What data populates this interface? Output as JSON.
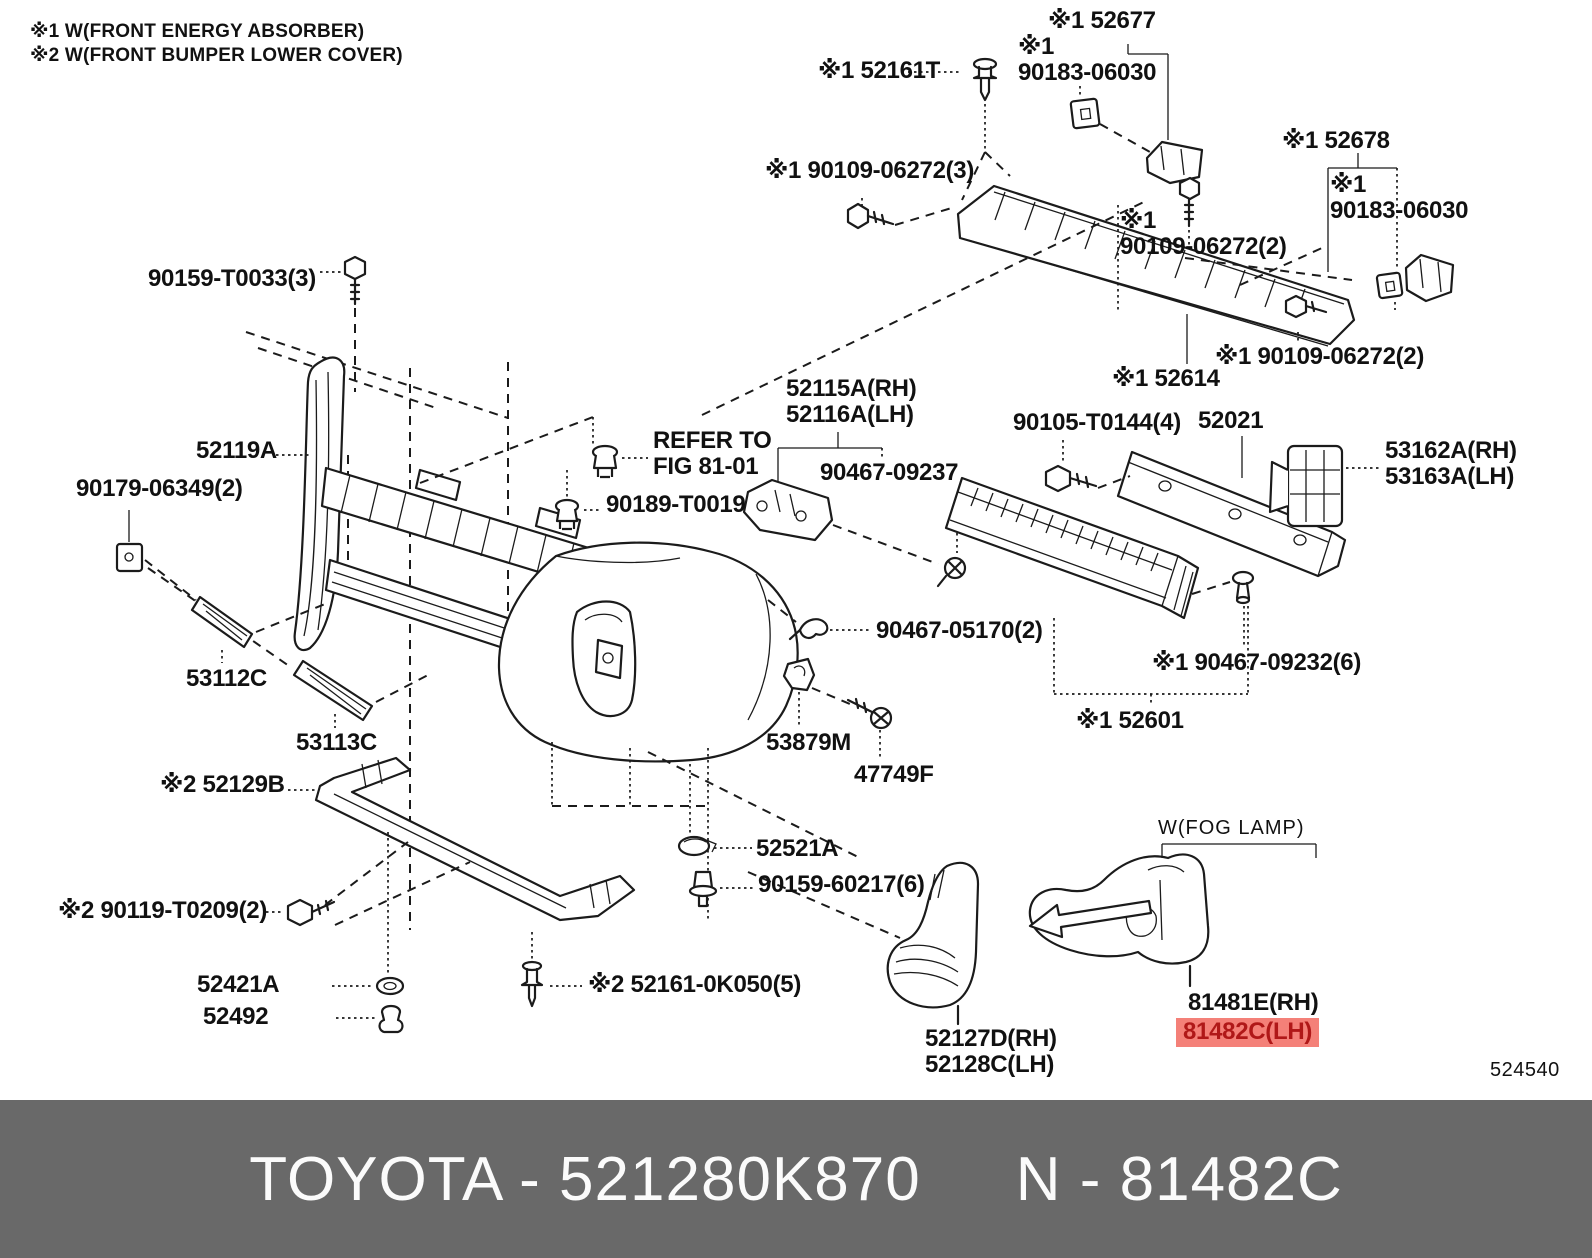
{
  "notes": {
    "note1": "※1 W(FRONT ENERGY ABSORBER)",
    "note2": "※2 W(FRONT BUMPER LOWER COVER)"
  },
  "callouts": [
    {
      "id": "52677",
      "text": "※1 52677"
    },
    {
      "id": "52161T",
      "text": "※1 52161T"
    },
    {
      "id": "90183-06030-top",
      "text": "※1\n90183-06030"
    },
    {
      "id": "52678",
      "text": "※1 52678"
    },
    {
      "id": "90183-06030-right",
      "text": "※1\n90183-06030"
    },
    {
      "id": "90109-06272-3",
      "text": "※1 90109-06272(3)"
    },
    {
      "id": "90109-06272-2-mid",
      "text": "※1\n90109-06272(2)"
    },
    {
      "id": "90109-06272-2-right",
      "text": "※1 90109-06272(2)"
    },
    {
      "id": "52614",
      "text": "※1 52614"
    },
    {
      "id": "90159-T0033",
      "text": "90159-T0033(3)"
    },
    {
      "id": "52115A-52116A",
      "text": "52115A(RH)\n52116A(LH)"
    },
    {
      "id": "90467-09237",
      "text": "90467-09237"
    },
    {
      "id": "refer-fig",
      "text": "REFER TO\nFIG 81-01"
    },
    {
      "id": "90189-T0019",
      "text": "90189-T0019"
    },
    {
      "id": "90105-T0144",
      "text": "90105-T0144(4)"
    },
    {
      "id": "52021",
      "text": "52021"
    },
    {
      "id": "53162A-53163A",
      "text": "53162A(RH)\n53163A(LH)"
    },
    {
      "id": "52119A",
      "text": "52119A"
    },
    {
      "id": "90179-06349",
      "text": "90179-06349(2)"
    },
    {
      "id": "53112C",
      "text": "53112C"
    },
    {
      "id": "53113C",
      "text": "53113C"
    },
    {
      "id": "52129B",
      "text": "※2 52129B"
    },
    {
      "id": "90467-05170",
      "text": "90467-05170(2)"
    },
    {
      "id": "90467-09232",
      "text": "※1 90467-09232(6)"
    },
    {
      "id": "52601",
      "text": "※1 52601"
    },
    {
      "id": "53879M",
      "text": "53879M"
    },
    {
      "id": "47749F",
      "text": "47749F"
    },
    {
      "id": "52521A",
      "text": "52521A"
    },
    {
      "id": "90159-60217",
      "text": "90159-60217(6)"
    },
    {
      "id": "90119-T0209",
      "text": "※2 90119-T0209(2)"
    },
    {
      "id": "52421A",
      "text": "52421A"
    },
    {
      "id": "52492",
      "text": "52492"
    },
    {
      "id": "52161-0K050",
      "text": "※2 52161-0K050(5)"
    },
    {
      "id": "52127D-52128C",
      "text": "52127D(RH)\n52128C(LH)"
    },
    {
      "id": "w-fog-lamp",
      "text": "W(FOG LAMP)"
    },
    {
      "id": "81481E",
      "text": "81481E(RH)"
    },
    {
      "id": "81482C",
      "text": "81482C(LH)",
      "highlighted": true
    }
  ],
  "footer": {
    "diagram_code": "524540",
    "plate_text": "TOYOTA - 521280K870",
    "part_ref": "N - 81482C"
  },
  "colors": {
    "line": "#1b1b1b",
    "banner_bg": "#696969",
    "banner_text": "#fbfbfb",
    "highlight_bg": "#f48078",
    "highlight_text": "#b01818"
  }
}
